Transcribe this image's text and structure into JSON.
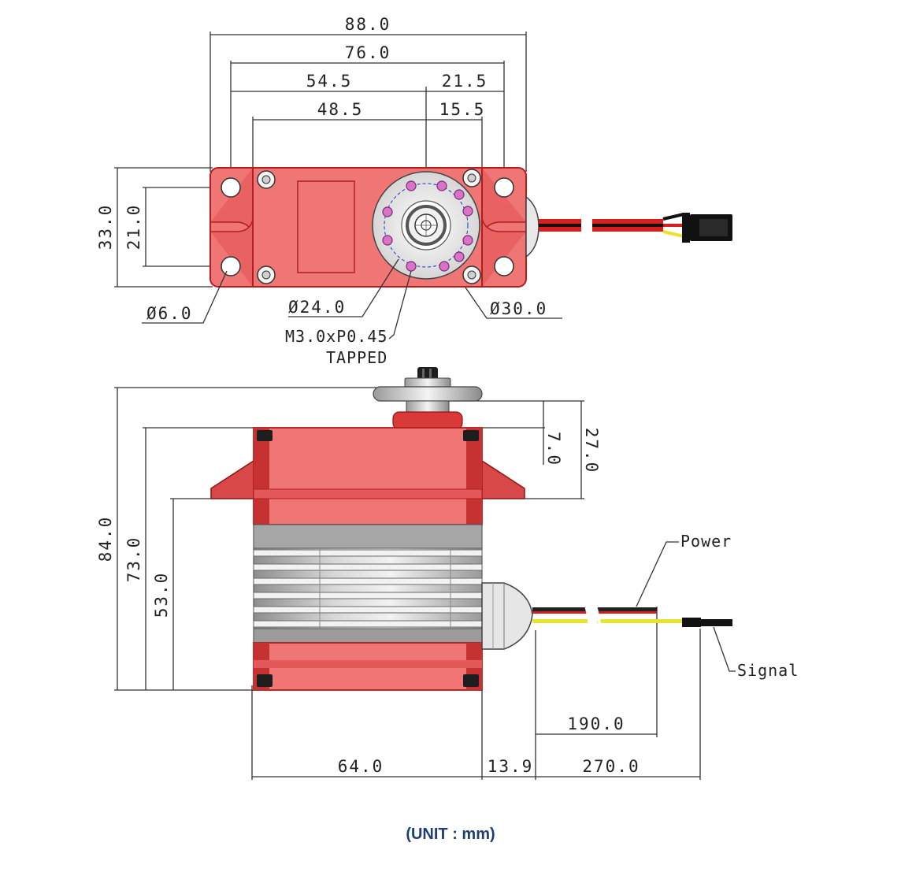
{
  "top_view": {
    "dimensions": {
      "overall_length": "88.0",
      "hole_spacing": "76.0",
      "hole_to_axis": "54.5",
      "axis_to_hole": "21.5",
      "body_to_axis": "48.5",
      "axis_to_body": "15.5",
      "width": "33.0",
      "hole_pitch": "21.0",
      "hole_diameter": "Ø6.0",
      "bolt_circle": "Ø24.0",
      "horn_diameter": "Ø30.0"
    },
    "thread_note": {
      "line1": "M3.0xP0.45",
      "line2": "TAPPED"
    }
  },
  "side_view": {
    "dimensions": {
      "overall_height": "84.0",
      "height_to_top": "73.0",
      "height_to_flange": "53.0",
      "horn_height": "7.0",
      "shaft_height": "27.0",
      "body_width": "64.0",
      "cable_exit": "13.9",
      "power_lead": "190.0",
      "signal_lead": "270.0"
    },
    "labels": {
      "power": "Power",
      "signal": "Signal"
    }
  },
  "footer": {
    "unit_label": "(UNIT : mm)"
  },
  "colors": {
    "body_red": "#f07676",
    "edge_red": "#c82424",
    "heatsink_grey": "#a8a8a8",
    "wire_yellow": "#ece22c",
    "wire_red": "#d62020",
    "wire_black": "#222222",
    "unit_label_color": "#1f3f73"
  }
}
